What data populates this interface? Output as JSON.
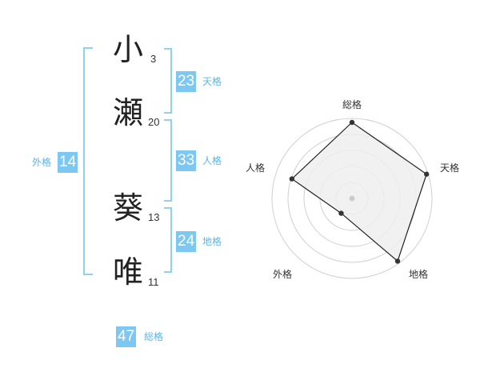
{
  "name_chars": [
    {
      "char": "小",
      "strokes": "3"
    },
    {
      "char": "瀬",
      "strokes": "20"
    },
    {
      "char": "葵",
      "strokes": "13"
    },
    {
      "char": "唯",
      "strokes": "11"
    }
  ],
  "fortunes": {
    "tenkaku": {
      "value": "23",
      "label": "天格"
    },
    "jinkaku": {
      "value": "33",
      "label": "人格"
    },
    "chikaku": {
      "value": "24",
      "label": "地格"
    },
    "gaikaku": {
      "value": "14",
      "label": "外格"
    },
    "soukaku": {
      "value": "47",
      "label": "総格"
    }
  },
  "chart_data": {
    "type": "radar",
    "axes": [
      "総格",
      "天格",
      "地格",
      "外格",
      "人格"
    ],
    "values": [
      0.95,
      0.98,
      0.97,
      0.23,
      0.79
    ],
    "rmax": 1,
    "rings": 5,
    "colors": {
      "fill": "#efefef",
      "line": "#222222",
      "grid": "#d0d0d0",
      "point": "#333333",
      "center": "#cccccc"
    }
  }
}
